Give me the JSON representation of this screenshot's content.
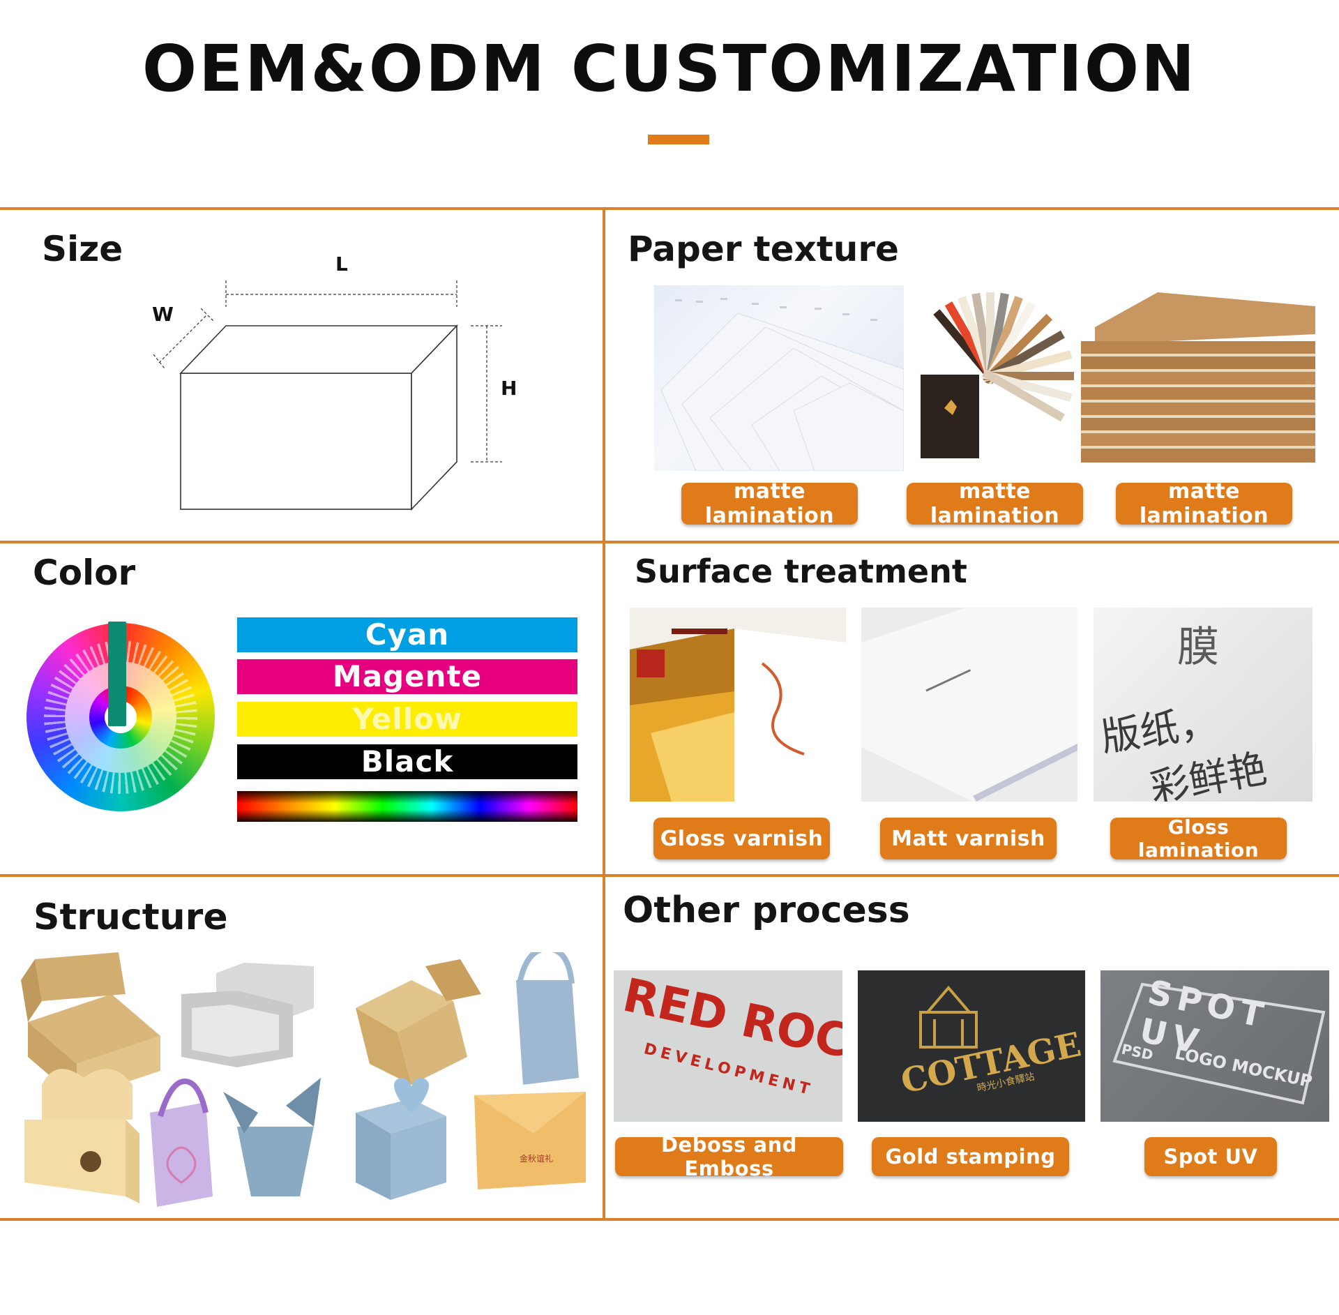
{
  "page": {
    "title": "OEM&ODM CUSTOMIZATION",
    "accent": "#e07b1a"
  },
  "size": {
    "title": "Size",
    "dims": {
      "length": "L",
      "width": "W",
      "height": "H"
    }
  },
  "paper": {
    "title": "Paper texture",
    "items": [
      {
        "label": "matte lamination",
        "image": "white-paper-stack-photo"
      },
      {
        "label": "matte lamination",
        "image": "paper-swatch-fan-photo"
      },
      {
        "label": "matte lamination",
        "image": "corrugated-board-stack-photo"
      }
    ]
  },
  "color": {
    "title": "Color",
    "bars": [
      {
        "label": "Cyan",
        "color": "#009fe3"
      },
      {
        "label": "Magente",
        "color": "#e6007e"
      },
      {
        "label": "Yellow",
        "color": "#ffed00"
      },
      {
        "label": "Black",
        "color": "#000000"
      }
    ],
    "swatch": "color-wheel-icon",
    "spectrum": "rainbow-spectrum-bar"
  },
  "surface": {
    "title": "Surface treatment",
    "items": [
      {
        "label": "Gloss varnish",
        "image": "gloss-varnish-book-photo"
      },
      {
        "label": "Matt varnish",
        "image": "matt-varnish-cover-photo"
      },
      {
        "label": "Gloss lamination",
        "image": "gloss-lamination-text-photo"
      }
    ]
  },
  "structure": {
    "title": "Structure",
    "items": [
      "mailer-box-icon",
      "lid-box-icon",
      "tuck-end-box-icon",
      "blue-bag-icon",
      "display-box-icon",
      "purple-bag-icon",
      "takeout-box-icon",
      "heart-cube-box-icon",
      "envelope-icon"
    ],
    "envelope_text": "金秋谊礼"
  },
  "other": {
    "title": "Other process",
    "items": [
      {
        "label": "Deboss and Emboss",
        "image": "deboss-emboss-photo",
        "text1": "RED ROCKE",
        "text2": "DEVELOPMENT"
      },
      {
        "label": "Gold stamping",
        "image": "gold-stamping-photo",
        "text1": "COTTAGE",
        "text2": "時光小食驛站"
      },
      {
        "label": "Spot UV",
        "image": "spot-uv-photo",
        "text1": "SPOT UV",
        "text2": "PSD",
        "text3": "LOGO MOCKUP"
      }
    ]
  },
  "photo_text": {
    "gloss_lamination": [
      "膜",
      "版纸，",
      "彩鲜艳"
    ]
  }
}
